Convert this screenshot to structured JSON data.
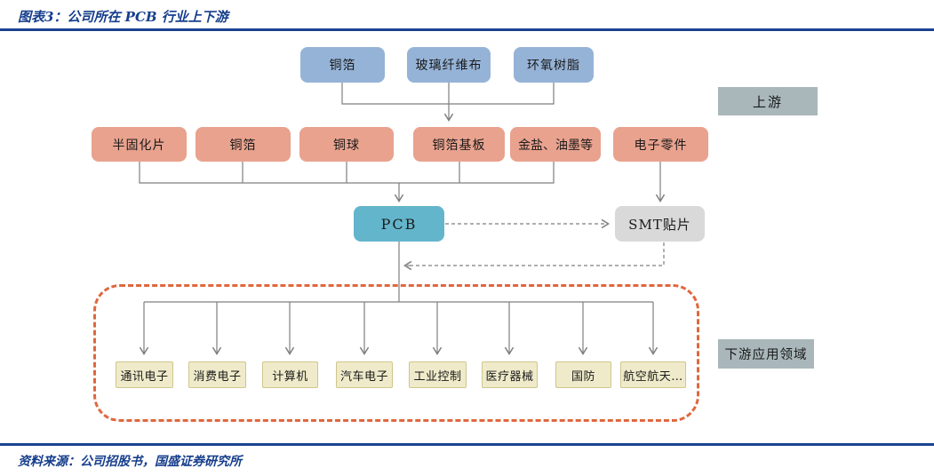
{
  "title": "图表3：公司所在 PCB 行业上下游",
  "source": "资料来源：公司招股书，国盛证券研究所",
  "diagram": {
    "upstream_label": "上游",
    "downstream_label": "下游应用领域",
    "raw_materials": [
      "铜箔",
      "玻璃纤维布",
      "环氧树脂"
    ],
    "intermediates": [
      "半固化片",
      "铜箔",
      "铜球",
      "铜箔基板",
      "金盐、油墨等",
      "电子零件"
    ],
    "core": "PCB",
    "smt": "SMT贴片",
    "applications": [
      "通讯电子",
      "消费电子",
      "计算机",
      "汽车电子",
      "工业控制",
      "医疗器械",
      "国防",
      "航空航天…"
    ]
  },
  "colors": {
    "title_blue": "#163e8c",
    "rule_navy": "#1c4390",
    "raw_material_blue": "#95b3d7",
    "intermediate_salmon": "#e9a28e",
    "pcb_teal": "#63b5cb",
    "smt_gray": "#d9d9d9",
    "side_label_gray": "#a9b7bb",
    "application_cream": "#efebca",
    "application_border": "#cfc68c",
    "region_dash_orange": "#e0673e",
    "connector_gray": "#7f7f7f"
  }
}
